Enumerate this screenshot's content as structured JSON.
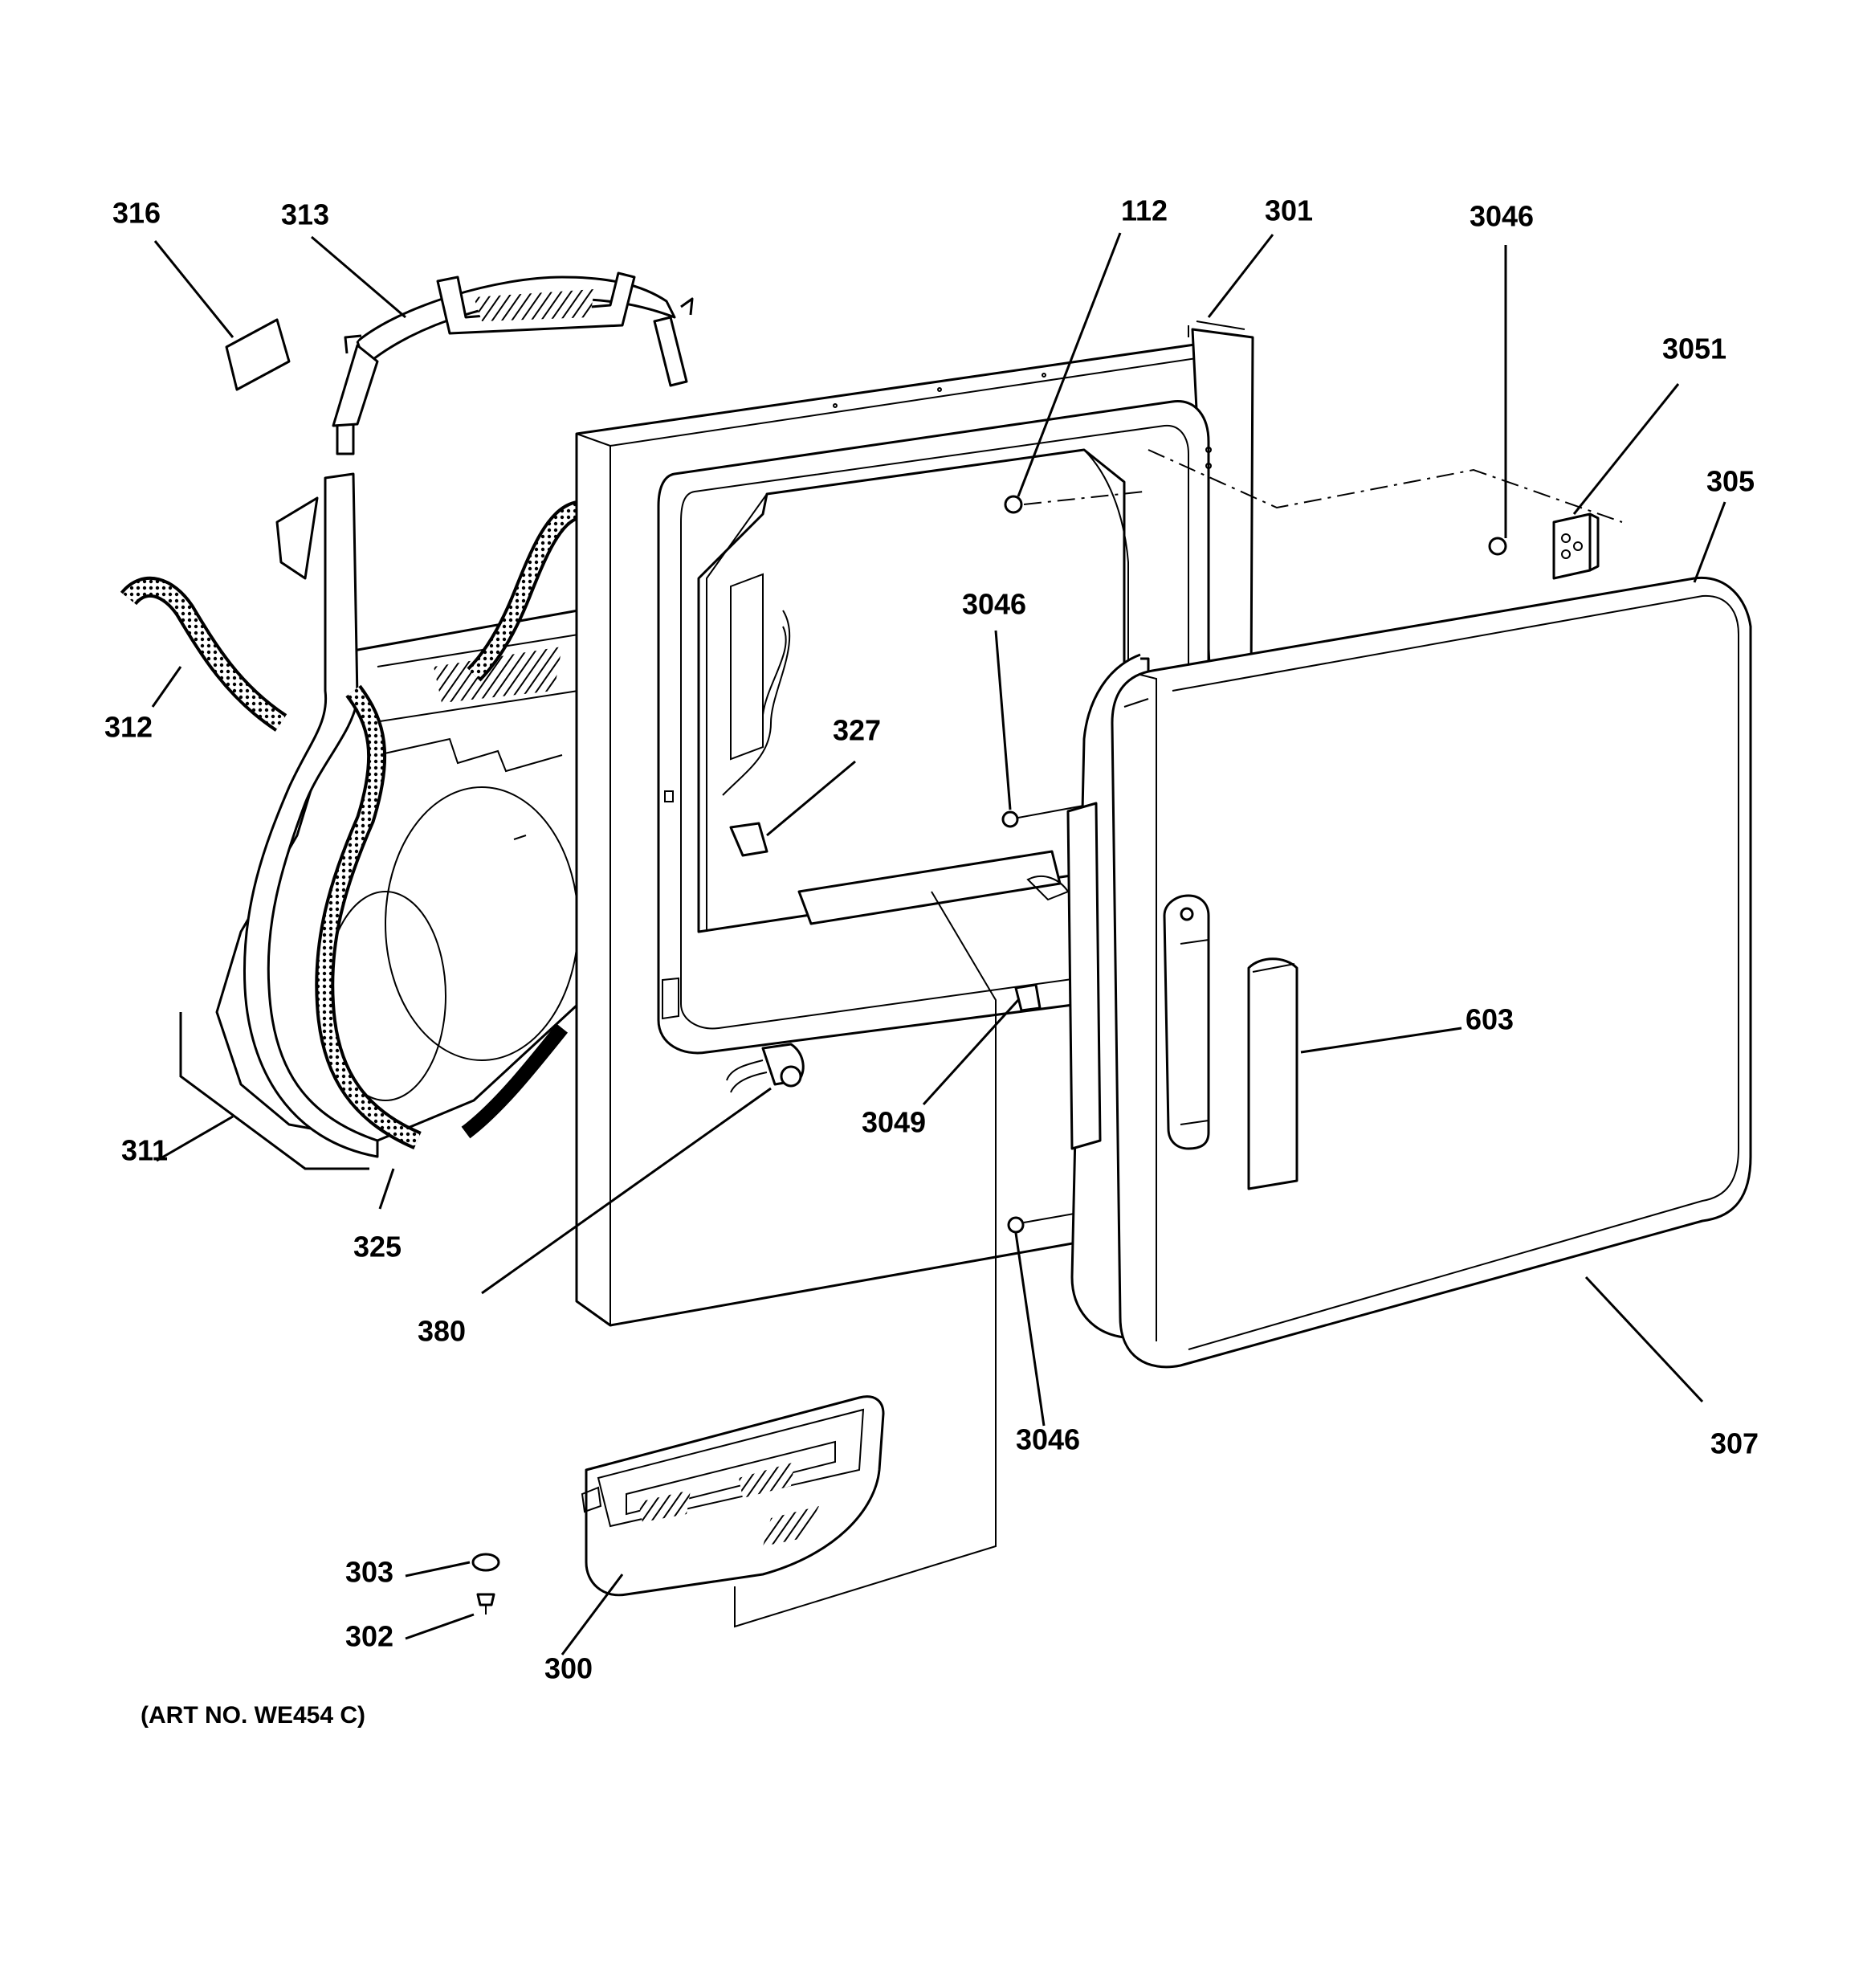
{
  "diagram": {
    "art_number": "(ART NO. WE454 C)",
    "callouts": {
      "c316": "316",
      "c313": "313",
      "c312": "312",
      "c311": "311",
      "c325": "325",
      "c380": "380",
      "c112": "112",
      "c301": "301",
      "c3046_top": "3046",
      "c3051": "3051",
      "c305": "305",
      "c3046_mid": "3046",
      "c327": "327",
      "c603": "603",
      "c3049": "3049",
      "c3046_bottom": "3046",
      "c307": "307",
      "c303": "303",
      "c302": "302",
      "c300": "300"
    }
  }
}
